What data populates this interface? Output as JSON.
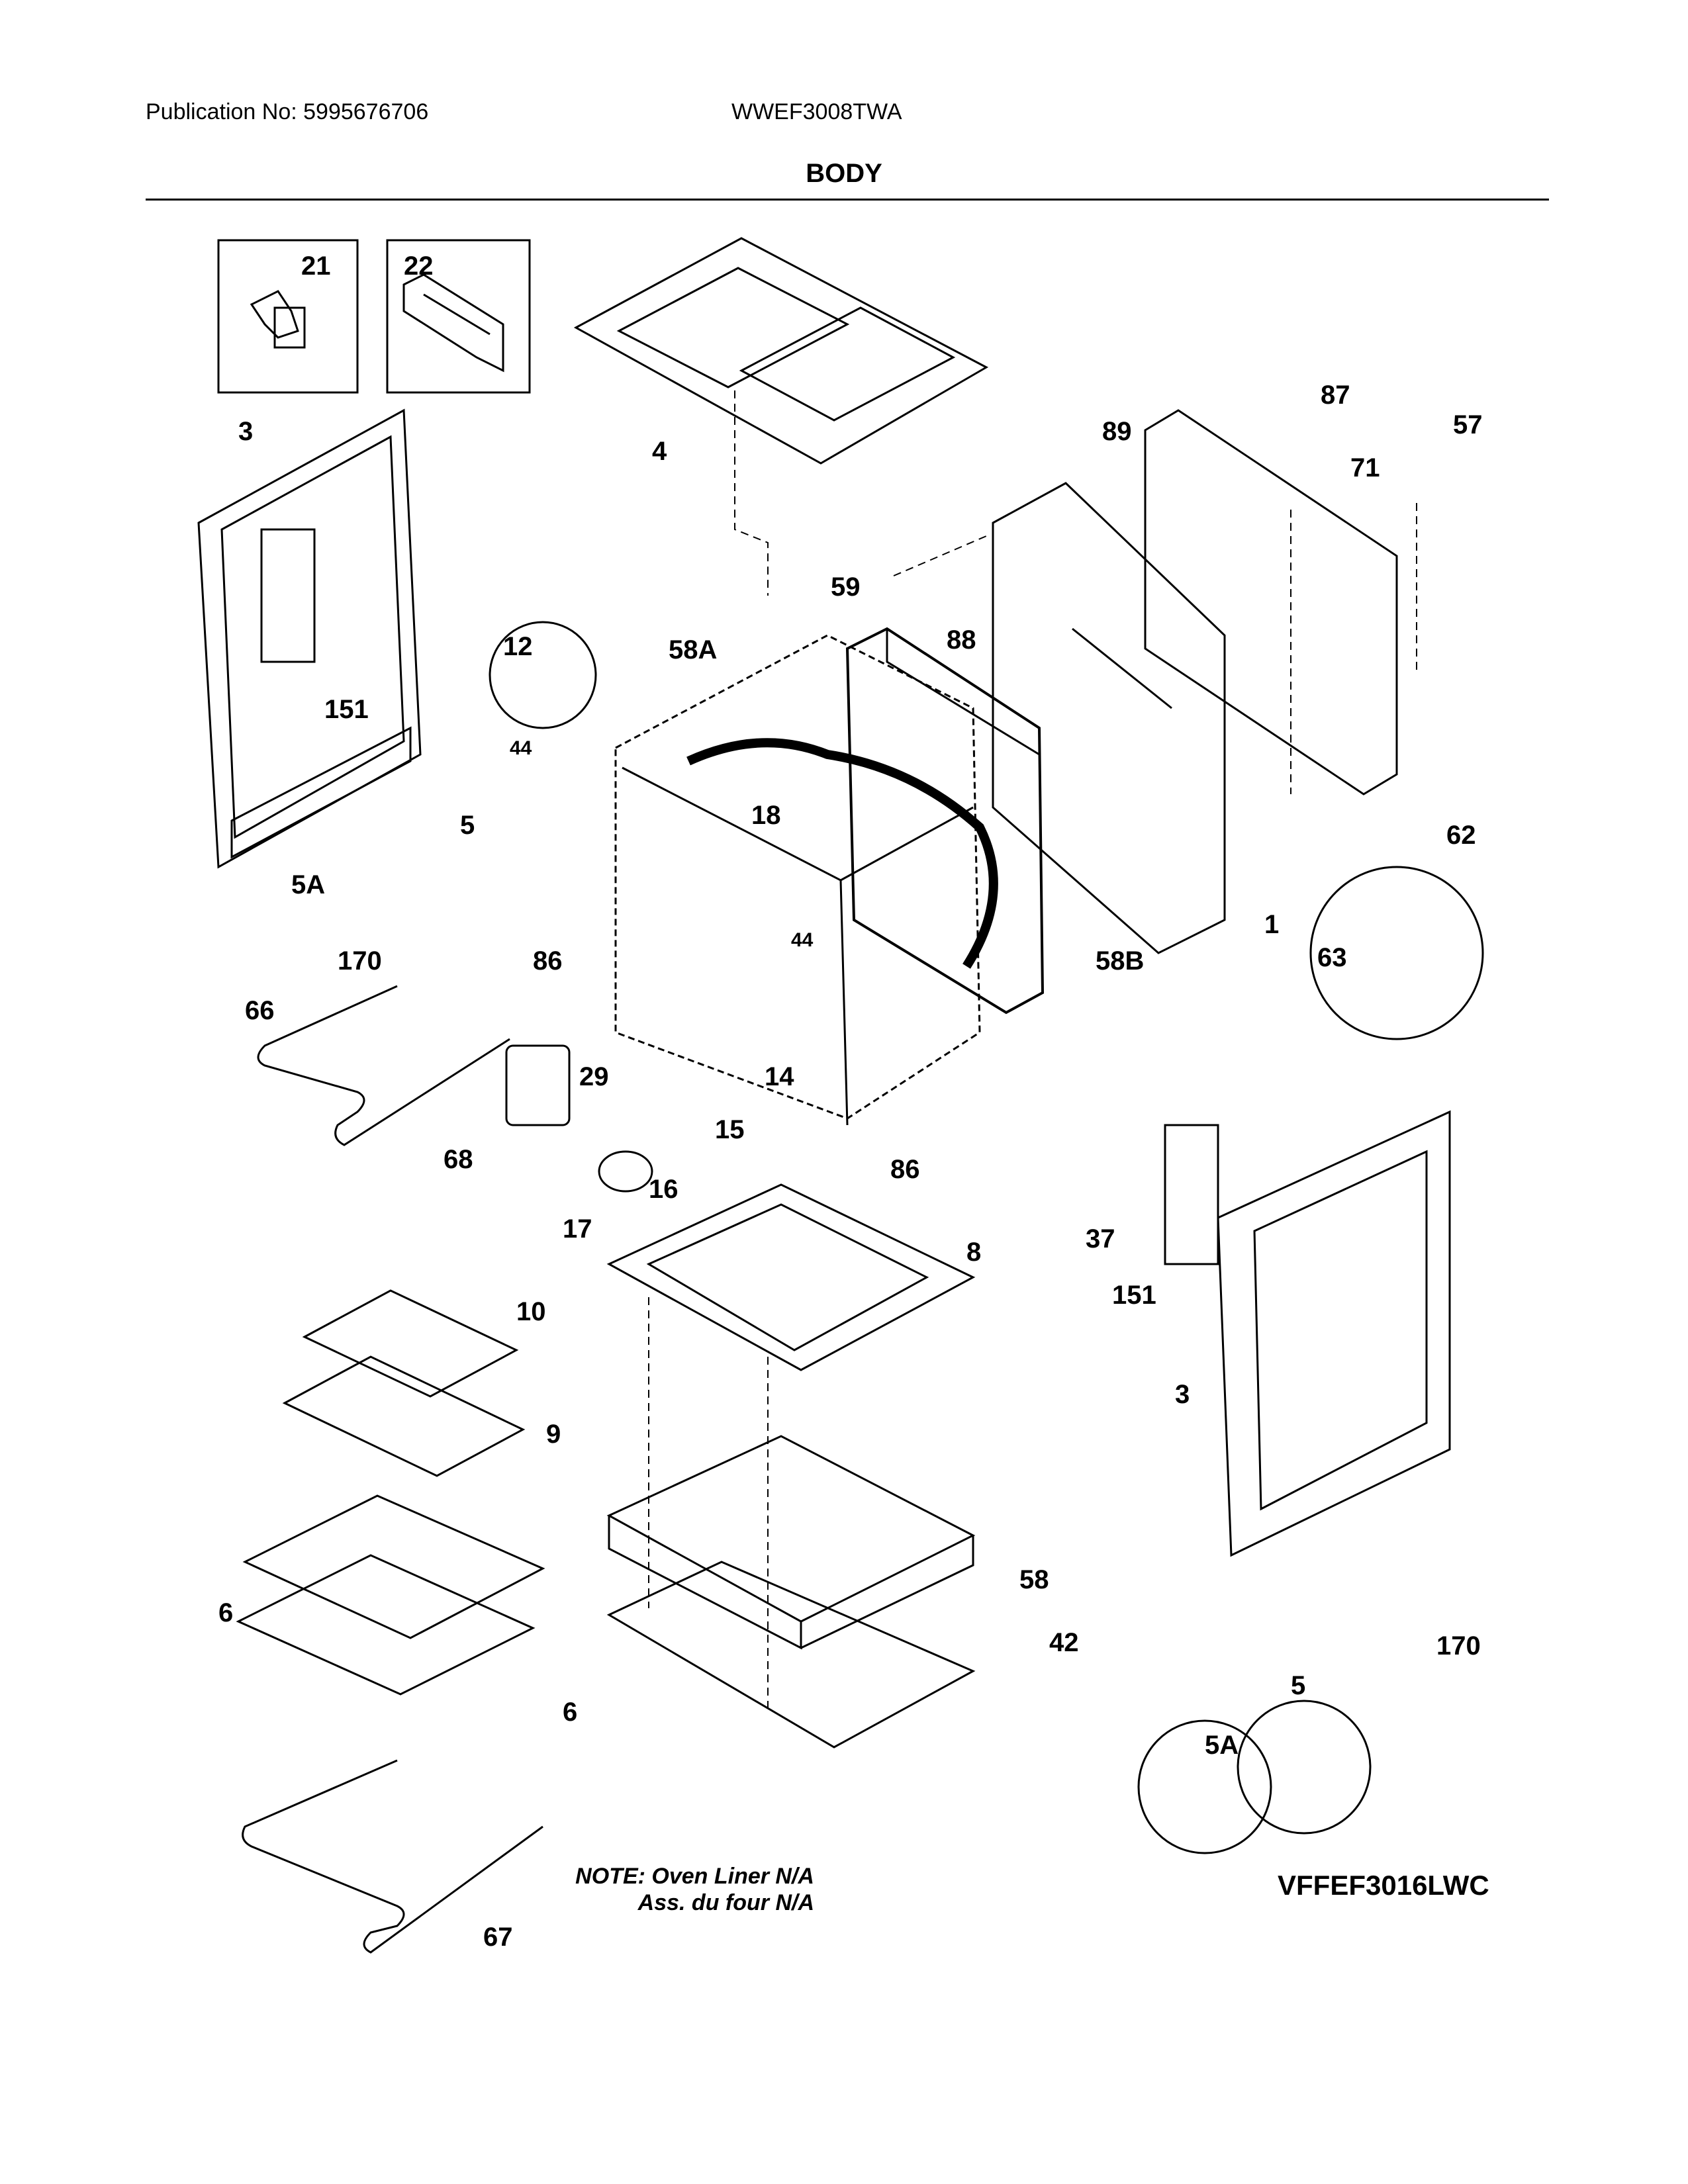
{
  "header": {
    "publication_label": "Publication No: 5995676706",
    "model_number": "WWEF3008TWA"
  },
  "title": "BODY",
  "note": {
    "line1": "NOTE: Oven Liner N/A",
    "line2": "Ass. du four N/A"
  },
  "footer_model": "VFFEF3016LWC",
  "callouts": [
    {
      "id": "c21",
      "text": "21"
    },
    {
      "id": "c22",
      "text": "22"
    },
    {
      "id": "c4",
      "text": "4"
    },
    {
      "id": "c87",
      "text": "87"
    },
    {
      "id": "c57",
      "text": "57"
    },
    {
      "id": "c89",
      "text": "89"
    },
    {
      "id": "c71",
      "text": "71"
    },
    {
      "id": "c3a",
      "text": "3"
    },
    {
      "id": "c59",
      "text": "59"
    },
    {
      "id": "c88",
      "text": "88"
    },
    {
      "id": "c12",
      "text": "12"
    },
    {
      "id": "c58A",
      "text": "58A"
    },
    {
      "id": "c151a",
      "text": "151"
    },
    {
      "id": "c44a",
      "text": "44"
    },
    {
      "id": "c18",
      "text": "18"
    },
    {
      "id": "c5a",
      "text": "5"
    },
    {
      "id": "c62",
      "text": "62"
    },
    {
      "id": "c5Aa",
      "text": "5A"
    },
    {
      "id": "c1",
      "text": "1"
    },
    {
      "id": "c63",
      "text": "63"
    },
    {
      "id": "c170a",
      "text": "170"
    },
    {
      "id": "c86a",
      "text": "86"
    },
    {
      "id": "c44b",
      "text": "44"
    },
    {
      "id": "c58B",
      "text": "58B"
    },
    {
      "id": "c66",
      "text": "66"
    },
    {
      "id": "c29",
      "text": "29"
    },
    {
      "id": "c14",
      "text": "14"
    },
    {
      "id": "c68",
      "text": "68"
    },
    {
      "id": "c15",
      "text": "15"
    },
    {
      "id": "c16",
      "text": "16"
    },
    {
      "id": "c86b",
      "text": "86"
    },
    {
      "id": "c17",
      "text": "17"
    },
    {
      "id": "c37",
      "text": "37"
    },
    {
      "id": "c8",
      "text": "8"
    },
    {
      "id": "c151b",
      "text": "151"
    },
    {
      "id": "c10",
      "text": "10"
    },
    {
      "id": "c3b",
      "text": "3"
    },
    {
      "id": "c9",
      "text": "9"
    },
    {
      "id": "c58",
      "text": "58"
    },
    {
      "id": "c6a",
      "text": "6"
    },
    {
      "id": "c42",
      "text": "42"
    },
    {
      "id": "c170b",
      "text": "170"
    },
    {
      "id": "c6b",
      "text": "6"
    },
    {
      "id": "c5b",
      "text": "5"
    },
    {
      "id": "c5Ab",
      "text": "5A"
    },
    {
      "id": "c67",
      "text": "67"
    }
  ]
}
